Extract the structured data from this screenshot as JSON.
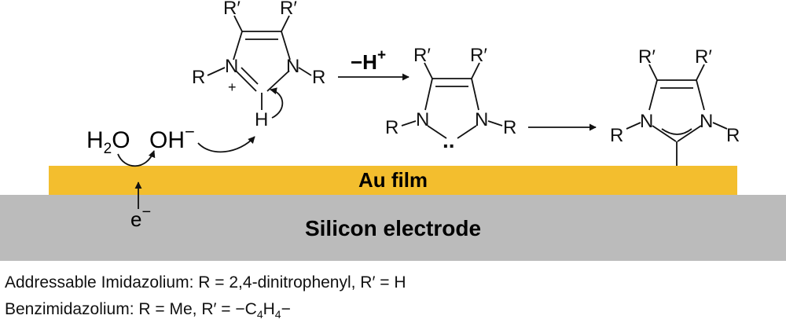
{
  "colors": {
    "au_film": "#F3BE2E",
    "silicon": "#BBBBBB",
    "ink": "#111111"
  },
  "labels": {
    "au_film": "Au film",
    "silicon": "Silicon electrode",
    "water": {
      "h": "H",
      "sub": "2",
      "o": "O"
    },
    "hydroxide": {
      "text": "OH",
      "charge": "−"
    },
    "electron": {
      "text": "e",
      "charge": "−"
    },
    "deprotonation": {
      "text": "−H",
      "charge": "+"
    },
    "R": "R",
    "Rprime": "R′",
    "N": "N",
    "H": "H",
    "plus": "+",
    "lone_pair": ".."
  },
  "legend": {
    "line1": "Addressable Imidazolium: R = 2,4-dinitrophenyl, R′ = H",
    "line2_prefix": "Benzimidazolium: R = Me, R′ = −C",
    "line2_sub1": "4",
    "line2_mid": "H",
    "line2_sub2": "4",
    "line2_suffix": "−"
  }
}
